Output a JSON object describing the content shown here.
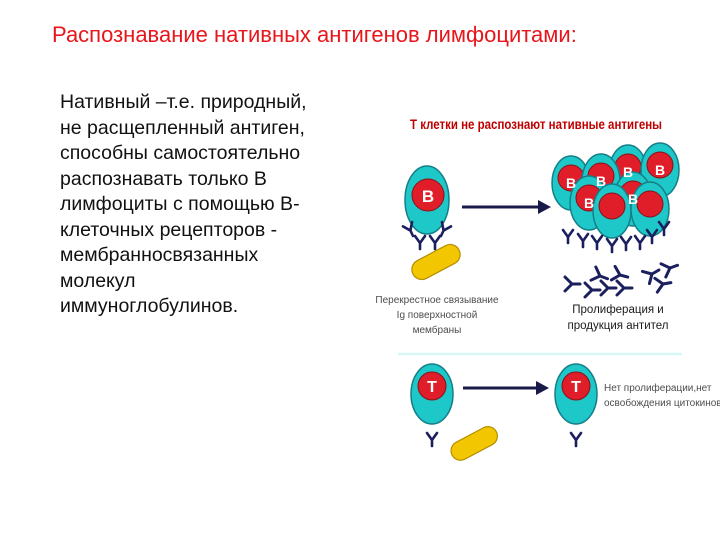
{
  "slide": {
    "title": "Распознавание нативных антигенов лимфоцитами:",
    "text_lines": [
      "Нативный –т.е. природный,",
      "не расщепленный антиген,",
      "способны самостоятельно",
      "распознавать только В",
      "лимфоциты с помощью В-",
      "клеточных рецепторов -",
      "мембранносвязанных",
      "молекул",
      "иммуноглобулинов."
    ]
  },
  "diagram": {
    "heading": "Т клетки не распознают нативные антигены",
    "b_cell_letter": "B",
    "t_cell_letter": "T",
    "b_caption_lines": [
      "Перекрестное связывание",
      "Ig поверхностной",
      "мембраны"
    ],
    "b_result_lines": [
      "Пролиферация и",
      "продукция антител"
    ],
    "t_result_lines": [
      "Нет пролиферации,нет",
      "освобождения цитокинов"
    ],
    "colors": {
      "cell_fill": "#1ec8c8",
      "cell_stroke": "#157f88",
      "nucleus_fill": "#e01e2a",
      "antigen_fill": "#f2c600",
      "receptor": "#1b1f5e",
      "arrow": "#1a1a4a",
      "heading_text": "#c00000",
      "title_text": "#e8151b"
    }
  }
}
